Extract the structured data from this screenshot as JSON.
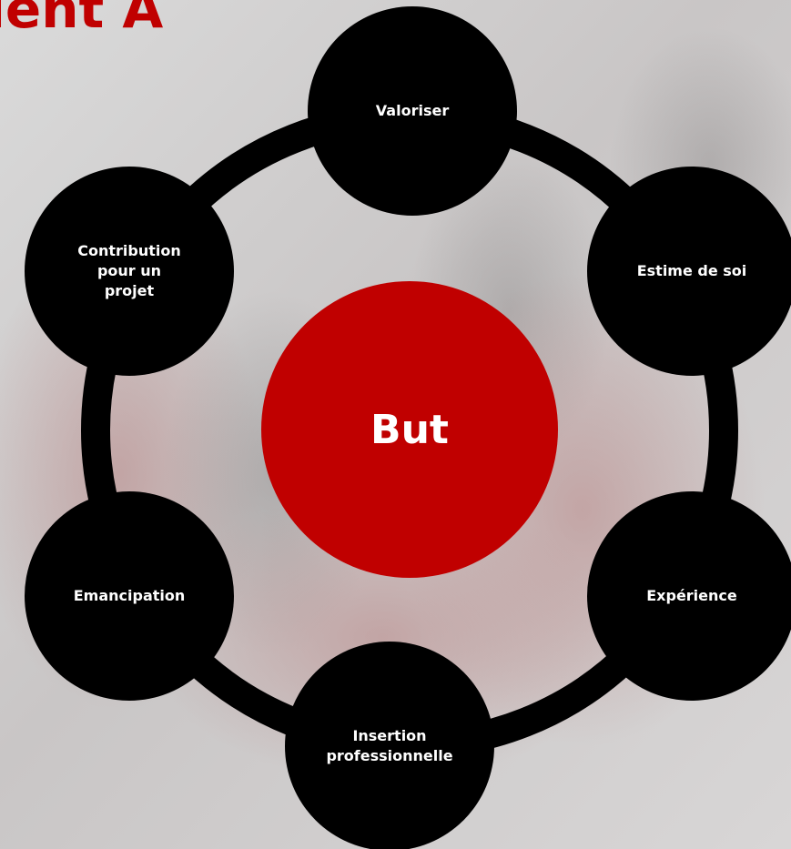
{
  "slide": {
    "title": "ient A"
  },
  "diagram": {
    "center_label": "But",
    "nodes": [
      "Valoriser",
      "Estime de soi",
      "Expérience",
      "Insertion\nprofessionnelle",
      "Emancipation",
      "Contribution\npour un\nprojet"
    ]
  },
  "colors": {
    "accent_red": "#c00000",
    "node_fill": "#000000",
    "ring_stroke": "#000000",
    "label": "#ffffff"
  }
}
